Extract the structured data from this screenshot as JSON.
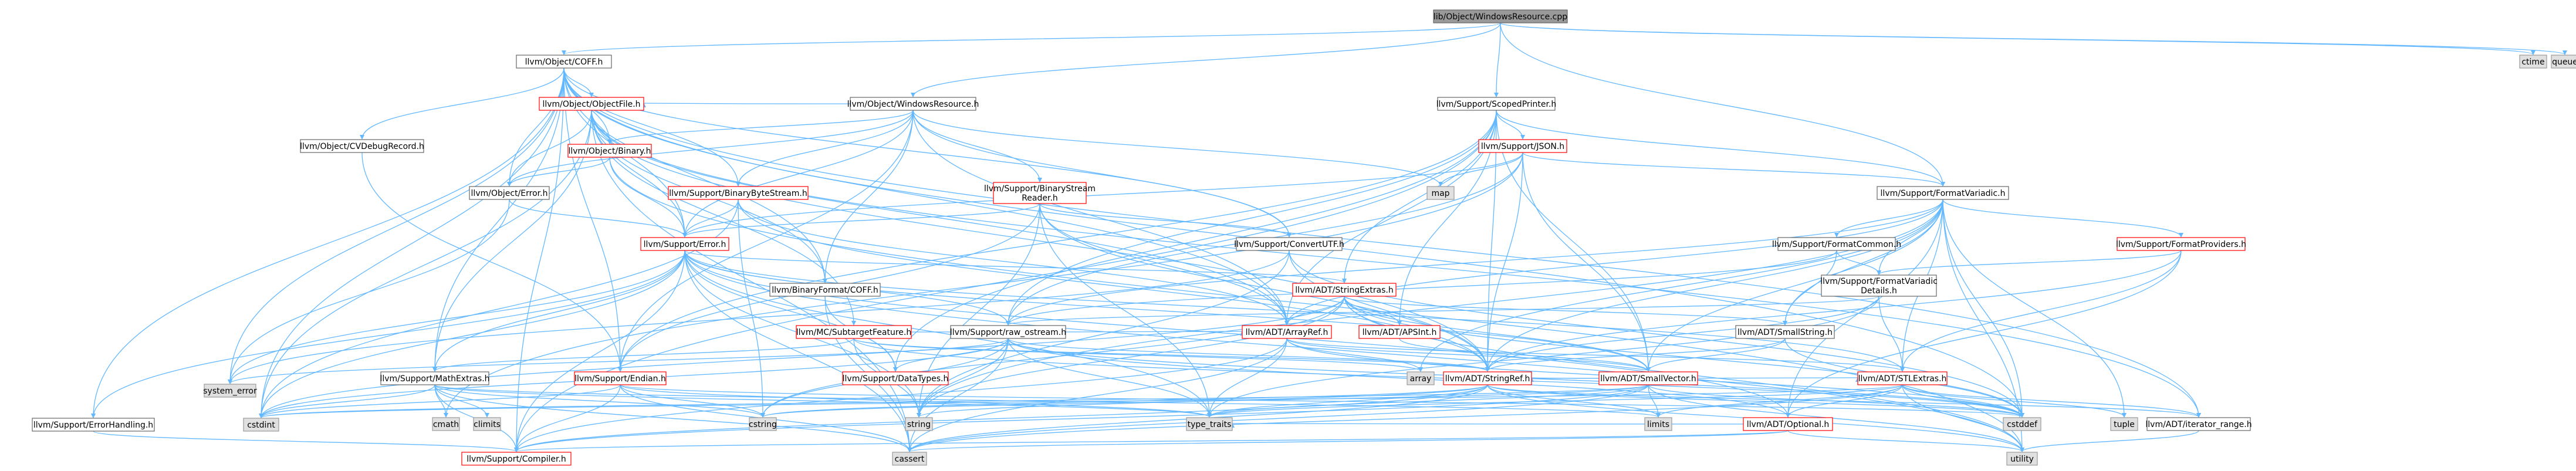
{
  "colors": {
    "root_fill": "#999999",
    "node_fill": "#ffffff",
    "node_border": "#666666",
    "node_border_linked": "#ff0000",
    "system_fill": "#e0e0e0",
    "system_border": "#999999",
    "edge": "#63b8ff"
  },
  "nodes": [
    {
      "id": "root",
      "label": "lib/Object/WindowsResource.cpp",
      "kind": "root"
    },
    {
      "id": "coff",
      "label": "llvm/Object/COFF.h",
      "kind": "plain"
    },
    {
      "id": "winres",
      "label": "llvm/Object/WindowsResource.h",
      "kind": "plain"
    },
    {
      "id": "scopedprinter",
      "label": "llvm/Support/ScopedPrinter.h",
      "kind": "plain"
    },
    {
      "id": "ctime",
      "label": "ctime",
      "kind": "system"
    },
    {
      "id": "queue",
      "label": "queue",
      "kind": "system"
    },
    {
      "id": "objectfile",
      "label": "llvm/Object/ObjectFile.h",
      "kind": "linked"
    },
    {
      "id": "cvdebug",
      "label": "llvm/Object/CVDebugRecord.h",
      "kind": "plain"
    },
    {
      "id": "binary",
      "label": "llvm/Object/Binary.h",
      "kind": "linked"
    },
    {
      "id": "objerror",
      "label": "llvm/Object/Error.h",
      "kind": "plain"
    },
    {
      "id": "binbytestream",
      "label": "llvm/Support/BinaryByteStream.h",
      "kind": "linked"
    },
    {
      "id": "binstreamreader",
      "label": "llvm/Support/BinaryStream\nReader.h",
      "kind": "linked"
    },
    {
      "id": "json",
      "label": "llvm/Support/JSON.h",
      "kind": "linked"
    },
    {
      "id": "map",
      "label": "map",
      "kind": "system"
    },
    {
      "id": "formatvariadic",
      "label": "llvm/Support/FormatVariadic.h",
      "kind": "plain"
    },
    {
      "id": "converterutf",
      "label": "llvm/Support/ConvertUTF.h",
      "kind": "plain"
    },
    {
      "id": "error",
      "label": "llvm/Support/Error.h",
      "kind": "linked"
    },
    {
      "id": "bincoff",
      "label": "llvm/BinaryFormat/COFF.h",
      "kind": "plain"
    },
    {
      "id": "stringextras",
      "label": "llvm/ADT/StringExtras.h",
      "kind": "linked"
    },
    {
      "id": "formatcommon",
      "label": "llvm/Support/FormatCommon.h",
      "kind": "plain"
    },
    {
      "id": "formatproviders",
      "label": "llvm/Support/FormatProviders.h",
      "kind": "linked"
    },
    {
      "id": "formatvariadicdetails",
      "label": "llvm/Support/FormatVariadic\nDetails.h",
      "kind": "plain"
    },
    {
      "id": "rawostream",
      "label": "llvm/Support/raw_ostream.h",
      "kind": "plain"
    },
    {
      "id": "subtarget",
      "label": "llvm/MC/SubtargetFeature.h",
      "kind": "linked"
    },
    {
      "id": "arrayref",
      "label": "llvm/ADT/ArrayRef.h",
      "kind": "linked"
    },
    {
      "id": "apsint",
      "label": "llvm/ADT/APSInt.h",
      "kind": "linked"
    },
    {
      "id": "smallstring",
      "label": "llvm/ADT/SmallString.h",
      "kind": "plain"
    },
    {
      "id": "systemerror",
      "label": "system_error",
      "kind": "system"
    },
    {
      "id": "mathextras",
      "label": "llvm/Support/MathExtras.h",
      "kind": "plain"
    },
    {
      "id": "endian",
      "label": "llvm/Support/Endian.h",
      "kind": "linked"
    },
    {
      "id": "datatypes",
      "label": "llvm/Support/DataTypes.h",
      "kind": "linked"
    },
    {
      "id": "array",
      "label": "array",
      "kind": "system"
    },
    {
      "id": "stringref",
      "label": "llvm/ADT/StringRef.h",
      "kind": "linked"
    },
    {
      "id": "smallvector",
      "label": "llvm/ADT/SmallVector.h",
      "kind": "linked"
    },
    {
      "id": "stlextras",
      "label": "llvm/ADT/STLExtras.h",
      "kind": "linked"
    },
    {
      "id": "errorhandling",
      "label": "llvm/Support/ErrorHandling.h",
      "kind": "plain"
    },
    {
      "id": "cstdint",
      "label": "cstdint",
      "kind": "system"
    },
    {
      "id": "cmath",
      "label": "cmath",
      "kind": "system"
    },
    {
      "id": "climits",
      "label": "climits",
      "kind": "system"
    },
    {
      "id": "cstring",
      "label": "cstring",
      "kind": "system"
    },
    {
      "id": "string",
      "label": "string",
      "kind": "system"
    },
    {
      "id": "typetraits",
      "label": "type_traits",
      "kind": "system"
    },
    {
      "id": "limits",
      "label": "limits",
      "kind": "system"
    },
    {
      "id": "optional",
      "label": "llvm/ADT/Optional.h",
      "kind": "linked"
    },
    {
      "id": "cstddef",
      "label": "cstddef",
      "kind": "system"
    },
    {
      "id": "tuple",
      "label": "tuple",
      "kind": "system"
    },
    {
      "id": "iteratorrange",
      "label": "llvm/ADT/iterator_range.h",
      "kind": "plain"
    },
    {
      "id": "compiler",
      "label": "llvm/Support/Compiler.h",
      "kind": "linked"
    },
    {
      "id": "cassert",
      "label": "cassert",
      "kind": "system"
    },
    {
      "id": "utility",
      "label": "utility",
      "kind": "system"
    }
  ],
  "edges": [
    [
      "root",
      "coff"
    ],
    [
      "root",
      "winres"
    ],
    [
      "root",
      "scopedprinter"
    ],
    [
      "root",
      "formatvariadic"
    ],
    [
      "root",
      "ctime"
    ],
    [
      "root",
      "queue"
    ],
    [
      "coff",
      "objectfile"
    ],
    [
      "coff",
      "cvdebug"
    ],
    [
      "coff",
      "binary"
    ],
    [
      "coff",
      "objerror"
    ],
    [
      "coff",
      "binbytestream"
    ],
    [
      "coff",
      "error"
    ],
    [
      "coff",
      "bincoff"
    ],
    [
      "coff",
      "arrayref"
    ],
    [
      "coff",
      "converterutf"
    ],
    [
      "coff",
      "systemerror"
    ],
    [
      "coff",
      "mathextras"
    ],
    [
      "coff",
      "endian"
    ],
    [
      "coff",
      "errorhandling"
    ],
    [
      "coff",
      "cstddef"
    ],
    [
      "coff",
      "cstdint"
    ],
    [
      "coff",
      "iteratorrange"
    ],
    [
      "coff",
      "compiler"
    ],
    [
      "winres",
      "objectfile"
    ],
    [
      "winres",
      "binary"
    ],
    [
      "winres",
      "objerror"
    ],
    [
      "winres",
      "binbytestream"
    ],
    [
      "winres",
      "binstreamreader"
    ],
    [
      "winres",
      "converterutf"
    ],
    [
      "winres",
      "error"
    ],
    [
      "winres",
      "bincoff"
    ],
    [
      "winres",
      "endian"
    ],
    [
      "winres",
      "arrayref"
    ],
    [
      "winres",
      "map"
    ],
    [
      "scopedprinter",
      "json"
    ],
    [
      "scopedprinter",
      "formatvariadic"
    ],
    [
      "scopedprinter",
      "stringextras"
    ],
    [
      "scopedprinter",
      "rawostream"
    ],
    [
      "scopedprinter",
      "endian"
    ],
    [
      "scopedprinter",
      "apsint"
    ],
    [
      "scopedprinter",
      "arrayref"
    ],
    [
      "scopedprinter",
      "smallvector"
    ],
    [
      "scopedprinter",
      "stringref"
    ],
    [
      "scopedprinter",
      "compiler"
    ],
    [
      "scopedprinter",
      "datatypes"
    ],
    [
      "objectfile",
      "binary"
    ],
    [
      "objectfile",
      "objerror"
    ],
    [
      "objectfile",
      "error"
    ],
    [
      "objectfile",
      "arrayref"
    ],
    [
      "objectfile",
      "stringref"
    ],
    [
      "objectfile",
      "bincoff"
    ],
    [
      "objectfile",
      "cassert"
    ],
    [
      "objectfile",
      "cstdint"
    ],
    [
      "objectfile",
      "iteratorrange"
    ],
    [
      "objectfile",
      "subtarget"
    ],
    [
      "objectfile",
      "mathextras"
    ],
    [
      "cvdebug",
      "endian"
    ],
    [
      "binary",
      "objerror"
    ],
    [
      "binary",
      "error"
    ],
    [
      "binary",
      "utility"
    ],
    [
      "objerror",
      "error"
    ],
    [
      "objerror",
      "systemerror"
    ],
    [
      "binbytestream",
      "error"
    ],
    [
      "binbytestream",
      "arrayref"
    ],
    [
      "binbytestream",
      "stringref"
    ],
    [
      "binbytestream",
      "cstdint"
    ],
    [
      "binbytestream",
      "cstring"
    ],
    [
      "binstreamreader",
      "error"
    ],
    [
      "binstreamreader",
      "converterutf"
    ],
    [
      "binstreamreader",
      "arrayref"
    ],
    [
      "binstreamreader",
      "stringref"
    ],
    [
      "binstreamreader",
      "endian"
    ],
    [
      "binstreamreader",
      "typetraits"
    ],
    [
      "binstreamreader",
      "string"
    ],
    [
      "json",
      "formatvariadic"
    ],
    [
      "json",
      "map"
    ],
    [
      "json",
      "rawostream"
    ],
    [
      "json",
      "error"
    ],
    [
      "json",
      "stringref"
    ],
    [
      "json",
      "cmath"
    ],
    [
      "json",
      "smallvector"
    ],
    [
      "formatvariadic",
      "formatcommon"
    ],
    [
      "formatvariadic",
      "formatproviders"
    ],
    [
      "formatvariadic",
      "formatvariadicdetails"
    ],
    [
      "formatvariadic",
      "rawostream"
    ],
    [
      "formatvariadic",
      "arrayref"
    ],
    [
      "formatvariadic",
      "stringref"
    ],
    [
      "formatvariadic",
      "smallvector"
    ],
    [
      "formatvariadic",
      "smallstring"
    ],
    [
      "formatvariadic",
      "stlextras"
    ],
    [
      "formatvariadic",
      "optional"
    ],
    [
      "formatvariadic",
      "array"
    ],
    [
      "formatvariadic",
      "cstddef"
    ],
    [
      "formatvariadic",
      "tuple"
    ],
    [
      "formatvariadic",
      "utility"
    ],
    [
      "formatvariadic",
      "string"
    ],
    [
      "formatvariadic",
      "vector"
    ],
    [
      "converterutf",
      "stringref"
    ],
    [
      "converterutf",
      "systemerror"
    ],
    [
      "converterutf",
      "cstddef"
    ],
    [
      "converterutf",
      "string"
    ],
    [
      "error",
      "stringextras"
    ],
    [
      "error",
      "rawostream"
    ],
    [
      "error",
      "errorhandling"
    ],
    [
      "error",
      "compiler"
    ],
    [
      "error",
      "datatypes"
    ],
    [
      "error",
      "systemerror"
    ],
    [
      "error",
      "cassert"
    ],
    [
      "error",
      "cstdint"
    ],
    [
      "error",
      "string"
    ],
    [
      "error",
      "typetraits"
    ],
    [
      "error",
      "utility"
    ],
    [
      "error",
      "smallvector"
    ],
    [
      "error",
      "stlextras"
    ],
    [
      "error",
      "optional"
    ],
    [
      "error",
      "mathextras"
    ],
    [
      "error",
      "cstdlib"
    ],
    [
      "bincoff",
      "datatypes"
    ],
    [
      "bincoff",
      "cassert"
    ],
    [
      "stringextras",
      "apsint"
    ],
    [
      "stringextras",
      "arrayref"
    ],
    [
      "stringextras",
      "smallstring"
    ],
    [
      "stringextras",
      "stringref"
    ],
    [
      "stringextras",
      "cstddef"
    ],
    [
      "stringextras",
      "cstdint"
    ],
    [
      "stringextras",
      "cstring"
    ],
    [
      "stringextras",
      "string"
    ],
    [
      "stringextras",
      "utility"
    ],
    [
      "stringextras",
      "smallvector"
    ],
    [
      "formatcommon",
      "formatvariadicdetails"
    ],
    [
      "formatcommon",
      "smallstring"
    ],
    [
      "formatcommon",
      "rawostream"
    ],
    [
      "formatproviders",
      "formatvariadicdetails"
    ],
    [
      "formatproviders",
      "stringref"
    ],
    [
      "formatproviders",
      "stlextras"
    ],
    [
      "formatproviders",
      "optional"
    ],
    [
      "formatproviders",
      "type_traits"
    ],
    [
      "formatvariadicdetails",
      "stringref"
    ],
    [
      "formatvariadicdetails",
      "stlextras"
    ],
    [
      "formatvariadicdetails",
      "rawostream"
    ],
    [
      "formatvariadicdetails",
      "typetraits"
    ],
    [
      "rawostream",
      "stringref"
    ],
    [
      "rawostream",
      "datatypes"
    ],
    [
      "rawostream",
      "cassert"
    ],
    [
      "rawostream",
      "cstddef"
    ],
    [
      "rawostream",
      "cstring"
    ],
    [
      "rawostream",
      "string"
    ],
    [
      "rawostream",
      "systemerror"
    ],
    [
      "rawostream",
      "typetraits"
    ],
    [
      "rawostream",
      "cstdint"
    ],
    [
      "rawostream",
      "optional"
    ],
    [
      "subtarget",
      "arrayref"
    ],
    [
      "subtarget",
      "stringref"
    ],
    [
      "subtarget",
      "mathextras"
    ],
    [
      "subtarget",
      "array"
    ],
    [
      "subtarget",
      "string"
    ],
    [
      "subtarget",
      "cstddef"
    ],
    [
      "arrayref",
      "smallvector"
    ],
    [
      "arrayref",
      "stlextras"
    ],
    [
      "arrayref",
      "compiler"
    ],
    [
      "arrayref",
      "array"
    ],
    [
      "arrayref",
      "cassert"
    ],
    [
      "arrayref",
      "cstddef"
    ],
    [
      "arrayref",
      "iterator"
    ],
    [
      "arrayref",
      "typetraits"
    ],
    [
      "arrayref",
      "vector"
    ],
    [
      "apsint",
      "smallvector"
    ],
    [
      "smallstring",
      "smallvector"
    ],
    [
      "smallstring",
      "stringref"
    ],
    [
      "smallstring",
      "cstddef"
    ],
    [
      "mathextras",
      "compiler"
    ],
    [
      "mathextras",
      "cassert"
    ],
    [
      "mathextras",
      "climits"
    ],
    [
      "mathextras",
      "cmath"
    ],
    [
      "mathextras",
      "cstdint"
    ],
    [
      "mathextras",
      "cstring"
    ],
    [
      "mathextras",
      "limits"
    ],
    [
      "mathextras",
      "typetraits"
    ],
    [
      "endian",
      "compiler"
    ],
    [
      "endian",
      "cassert"
    ],
    [
      "endian",
      "cstddef"
    ],
    [
      "endian",
      "cstdint"
    ],
    [
      "endian",
      "cstring"
    ],
    [
      "endian",
      "typetraits"
    ],
    [
      "stringref",
      "stlextras"
    ],
    [
      "stringref",
      "iteratorrange"
    ],
    [
      "stringref",
      "compiler"
    ],
    [
      "stringref",
      "cassert"
    ],
    [
      "stringref",
      "cstddef"
    ],
    [
      "stringref",
      "cstring"
    ],
    [
      "stringref",
      "limits"
    ],
    [
      "stringref",
      "string"
    ],
    [
      "stringref",
      "typetraits"
    ],
    [
      "stringref",
      "utility"
    ],
    [
      "smallvector",
      "compiler"
    ],
    [
      "smallvector",
      "cassert"
    ],
    [
      "smallvector",
      "cstddef"
    ],
    [
      "smallvector",
      "cstdint"
    ],
    [
      "smallvector",
      "cstring"
    ],
    [
      "smallvector",
      "limits"
    ],
    [
      "smallvector",
      "typetraits"
    ],
    [
      "smallvector",
      "utility"
    ],
    [
      "smallvector",
      "stringref"
    ],
    [
      "stlextras",
      "optional"
    ],
    [
      "stlextras",
      "iteratorrange"
    ],
    [
      "stlextras",
      "cassert"
    ],
    [
      "stlextras",
      "cstddef"
    ],
    [
      "stlextras",
      "cstdint"
    ],
    [
      "stlextras",
      "limits"
    ],
    [
      "stlextras",
      "tuple"
    ],
    [
      "stlextras",
      "typetraits"
    ],
    [
      "stlextras",
      "utility"
    ],
    [
      "errorhandling",
      "compiler"
    ],
    [
      "optional",
      "compiler"
    ],
    [
      "optional",
      "cassert"
    ],
    [
      "optional",
      "utility"
    ],
    [
      "optional",
      "typetraits"
    ],
    [
      "iteratorrange",
      "utility"
    ]
  ]
}
